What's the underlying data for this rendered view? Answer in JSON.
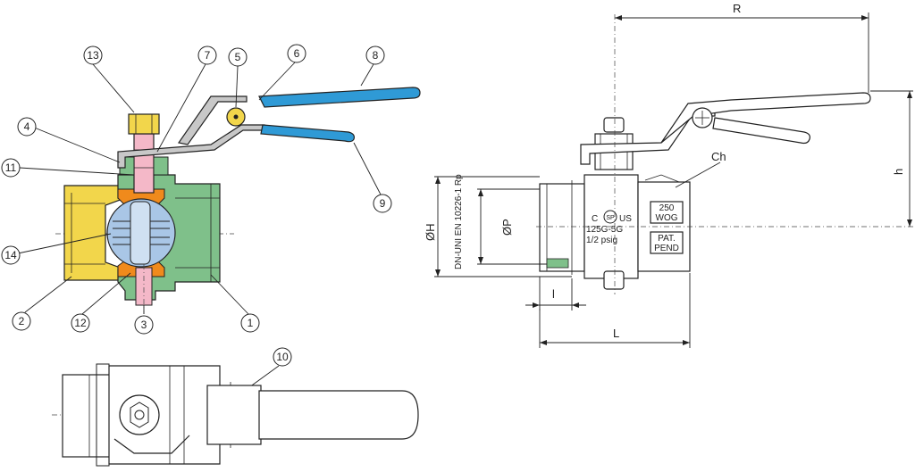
{
  "colors": {
    "body_green": "#7fc08a",
    "brass_yellow": "#f2d64b",
    "seat_orange": "#f08a1c",
    "stem_pink": "#f4b8c8",
    "ball_blue": "#a9c6e6",
    "grip_blue": "#2f9ad6",
    "lever_grey": "#c8c8c8",
    "outline": "#222222"
  },
  "callouts": {
    "c1": "1",
    "c2": "2",
    "c3": "3",
    "c4": "4",
    "c5": "5",
    "c6": "6",
    "c7": "7",
    "c8": "8",
    "c9": "9",
    "c10": "10",
    "c11": "11",
    "c12": "12",
    "c13": "13",
    "c14": "14"
  },
  "dimensions": {
    "R": "R",
    "h": "h",
    "Ch": "Ch",
    "OH": "ØH",
    "OP": "ØP",
    "l": "l",
    "L": "L",
    "thread_std": "DN-UNI EN 10226-1 Rp"
  },
  "body_markings": {
    "csa_c": "C",
    "csa_logo": "SP",
    "csa_us": "US",
    "line1": "125G-5G",
    "line2": "1/2  psig",
    "wog_top": "250",
    "wog_bottom": "WOG",
    "pat_top": "PAT.",
    "pat_bottom": "PEND"
  }
}
